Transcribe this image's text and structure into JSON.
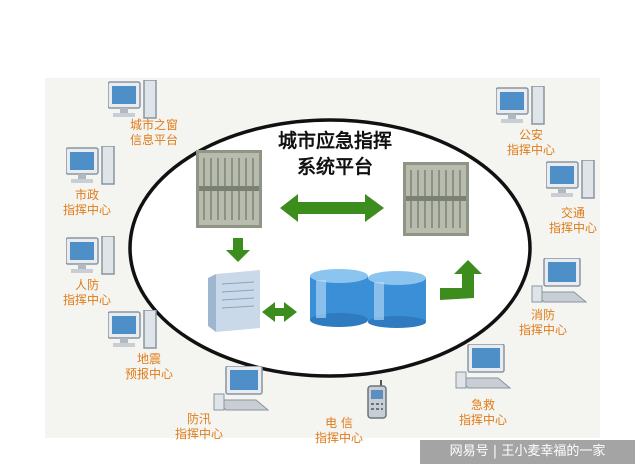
{
  "center": {
    "title_line1": "城市应急指挥",
    "title_line2": "系统平台"
  },
  "nodes": [
    {
      "id": "city-window",
      "line1": "城市之窗",
      "line2": "信息平台",
      "device": "monitor-icon"
    },
    {
      "id": "municipal",
      "line1": "市政",
      "line2": "指挥中心",
      "device": "monitor-icon"
    },
    {
      "id": "civil-defense",
      "line1": "人防",
      "line2": "指挥中心",
      "device": "monitor-icon"
    },
    {
      "id": "earthquake",
      "line1": "地震",
      "line2": "预报中心",
      "device": "monitor-icon"
    },
    {
      "id": "flood-control",
      "line1": "防汛",
      "line2": "指挥中心",
      "device": "laptop-icon"
    },
    {
      "id": "telecom",
      "line1": "电 信",
      "line2": "指挥中心",
      "device": "mobile-phone-icon"
    },
    {
      "id": "first-aid",
      "line1": "急救",
      "line2": "指挥中心",
      "device": "laptop-icon"
    },
    {
      "id": "fire",
      "line1": "消防",
      "line2": "指挥中心",
      "device": "laptop-icon"
    },
    {
      "id": "traffic",
      "line1": "交通",
      "line2": "指挥中心",
      "device": "monitor-icon"
    },
    {
      "id": "police",
      "line1": "公安",
      "line2": "指挥中心",
      "device": "monitor-icon"
    }
  ],
  "watermark": "网易号 | 王小麦幸福的一家",
  "colors": {
    "label": "#e07b1a",
    "arrow": "#3d8c1e",
    "ellipse": "#111111",
    "server": "#9aa090",
    "database": "#3a8fd6"
  }
}
